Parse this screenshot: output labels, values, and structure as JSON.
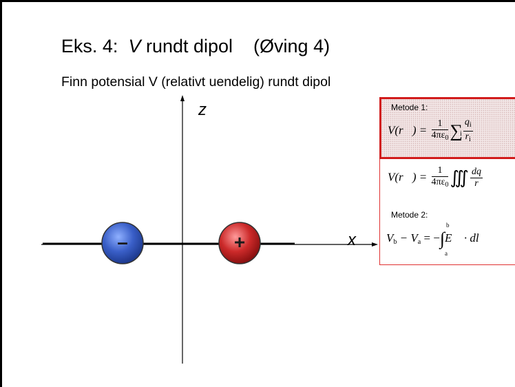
{
  "title": {
    "prefix": "Eks. 4:  ",
    "variable": "V",
    "rest": " rundt dipol    (Øving 4)"
  },
  "subtitle": "Finn potensial V (relativt uendelig) rundt dipol",
  "axes": {
    "z_label": "z",
    "x_label": "x"
  },
  "charges": {
    "negative": {
      "sign": "–",
      "color": "#3a5fc8"
    },
    "positive": {
      "sign": "+",
      "color": "#cc2a2a"
    }
  },
  "formulas": {
    "method1_label": "Metode 1:",
    "method2_label": "Metode 2:",
    "sum_lhs": "V(r⃗) = ",
    "sum_num": "1",
    "sum_den": "4πε",
    "sum_den_sub": "0",
    "sum_symbol": "∑",
    "sum_index": "i",
    "sum_frac_num": "q",
    "sum_frac_num_sub": "i",
    "sum_frac_den": "r",
    "sum_frac_den_sub": "i",
    "int_lhs": "V(r⃗) = ",
    "int_num": "1",
    "int_den": "4πε",
    "int_den_sub": "0",
    "int_symbol": "∭",
    "int_frac_num": "dq",
    "int_frac_den": "r",
    "line_lhs": "V",
    "line_lhs_sub": "b",
    "line_minus": " − V",
    "line_minus_sub": "a",
    "line_rhs": " = −",
    "line_int": "∫",
    "line_upper": "b",
    "line_lower": "a",
    "line_body": "E⃗ · dl⃗"
  },
  "colors": {
    "accent_red": "#d11a1a",
    "box_border": "#e03030"
  }
}
